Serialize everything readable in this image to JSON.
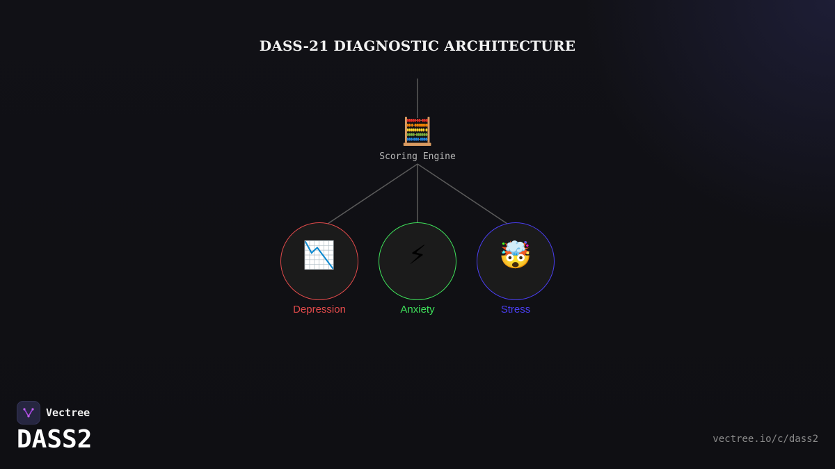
{
  "diagram": {
    "title": "DASS-21 DIAGNOSTIC ARCHITECTURE",
    "engine": {
      "label": "Scoring Engine",
      "icon": "abacus-icon",
      "glyph": "🧮"
    },
    "nodes": [
      {
        "label": "Depression",
        "icon": "chart-decreasing-icon",
        "glyph": "📉",
        "color": "#e04a4a"
      },
      {
        "label": "Anxiety",
        "icon": "lightning-icon",
        "glyph": "⚡",
        "color": "#3ee05a"
      },
      {
        "label": "Stress",
        "icon": "exploding-head-icon",
        "glyph": "🤯",
        "color": "#4a3ef0"
      }
    ],
    "connector_color": "#5a5a5a"
  },
  "brand": {
    "name": "Vectree",
    "logo_icon": "vectree-logo-icon",
    "product": "DASS2"
  },
  "footer": {
    "url": "vectree.io/c/dass2"
  },
  "colors": {
    "background": "#101014",
    "node_fill": "#1b1b1b"
  }
}
